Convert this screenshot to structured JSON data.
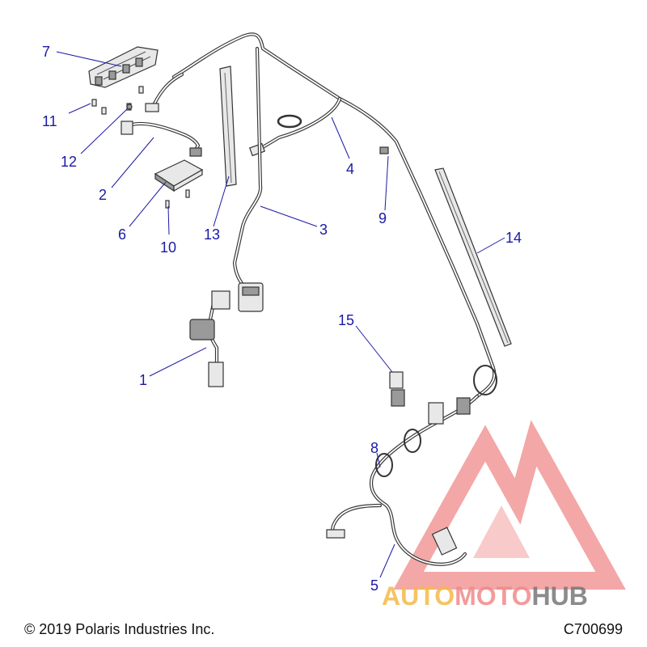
{
  "callouts": [
    {
      "id": "1",
      "label": "1"
    },
    {
      "id": "2",
      "label": "2"
    },
    {
      "id": "3",
      "label": "3"
    },
    {
      "id": "4",
      "label": "4"
    },
    {
      "id": "5",
      "label": "5"
    },
    {
      "id": "6",
      "label": "6"
    },
    {
      "id": "7",
      "label": "7"
    },
    {
      "id": "8",
      "label": "8"
    },
    {
      "id": "9",
      "label": "9"
    },
    {
      "id": "10",
      "label": "10"
    },
    {
      "id": "11",
      "label": "11"
    },
    {
      "id": "12",
      "label": "12"
    },
    {
      "id": "13",
      "label": "13"
    },
    {
      "id": "14",
      "label": "14"
    },
    {
      "id": "15",
      "label": "15"
    }
  ],
  "footer": {
    "copyright": "© 2019 Polaris Industries Inc.",
    "part_code": "C700699"
  },
  "watermark": {
    "brand_text": "AUTOMOTOHUB",
    "colors": {
      "logo": "#f08a8a",
      "auto": "#f5b94a",
      "moto": "#f08a8a",
      "hub": "#777777"
    }
  }
}
